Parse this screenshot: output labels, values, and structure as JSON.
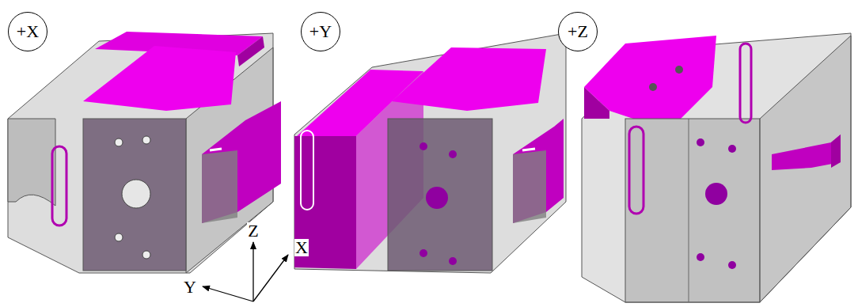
{
  "diagram": {
    "nodes": [
      {
        "text": [
          "+X"
        ]
      },
      {
        "text": [
          "+Y"
        ]
      },
      {
        "text": [
          "+Z"
        ]
      }
    ],
    "labels": [
      "Z",
      "X",
      "Y"
    ]
  }
}
